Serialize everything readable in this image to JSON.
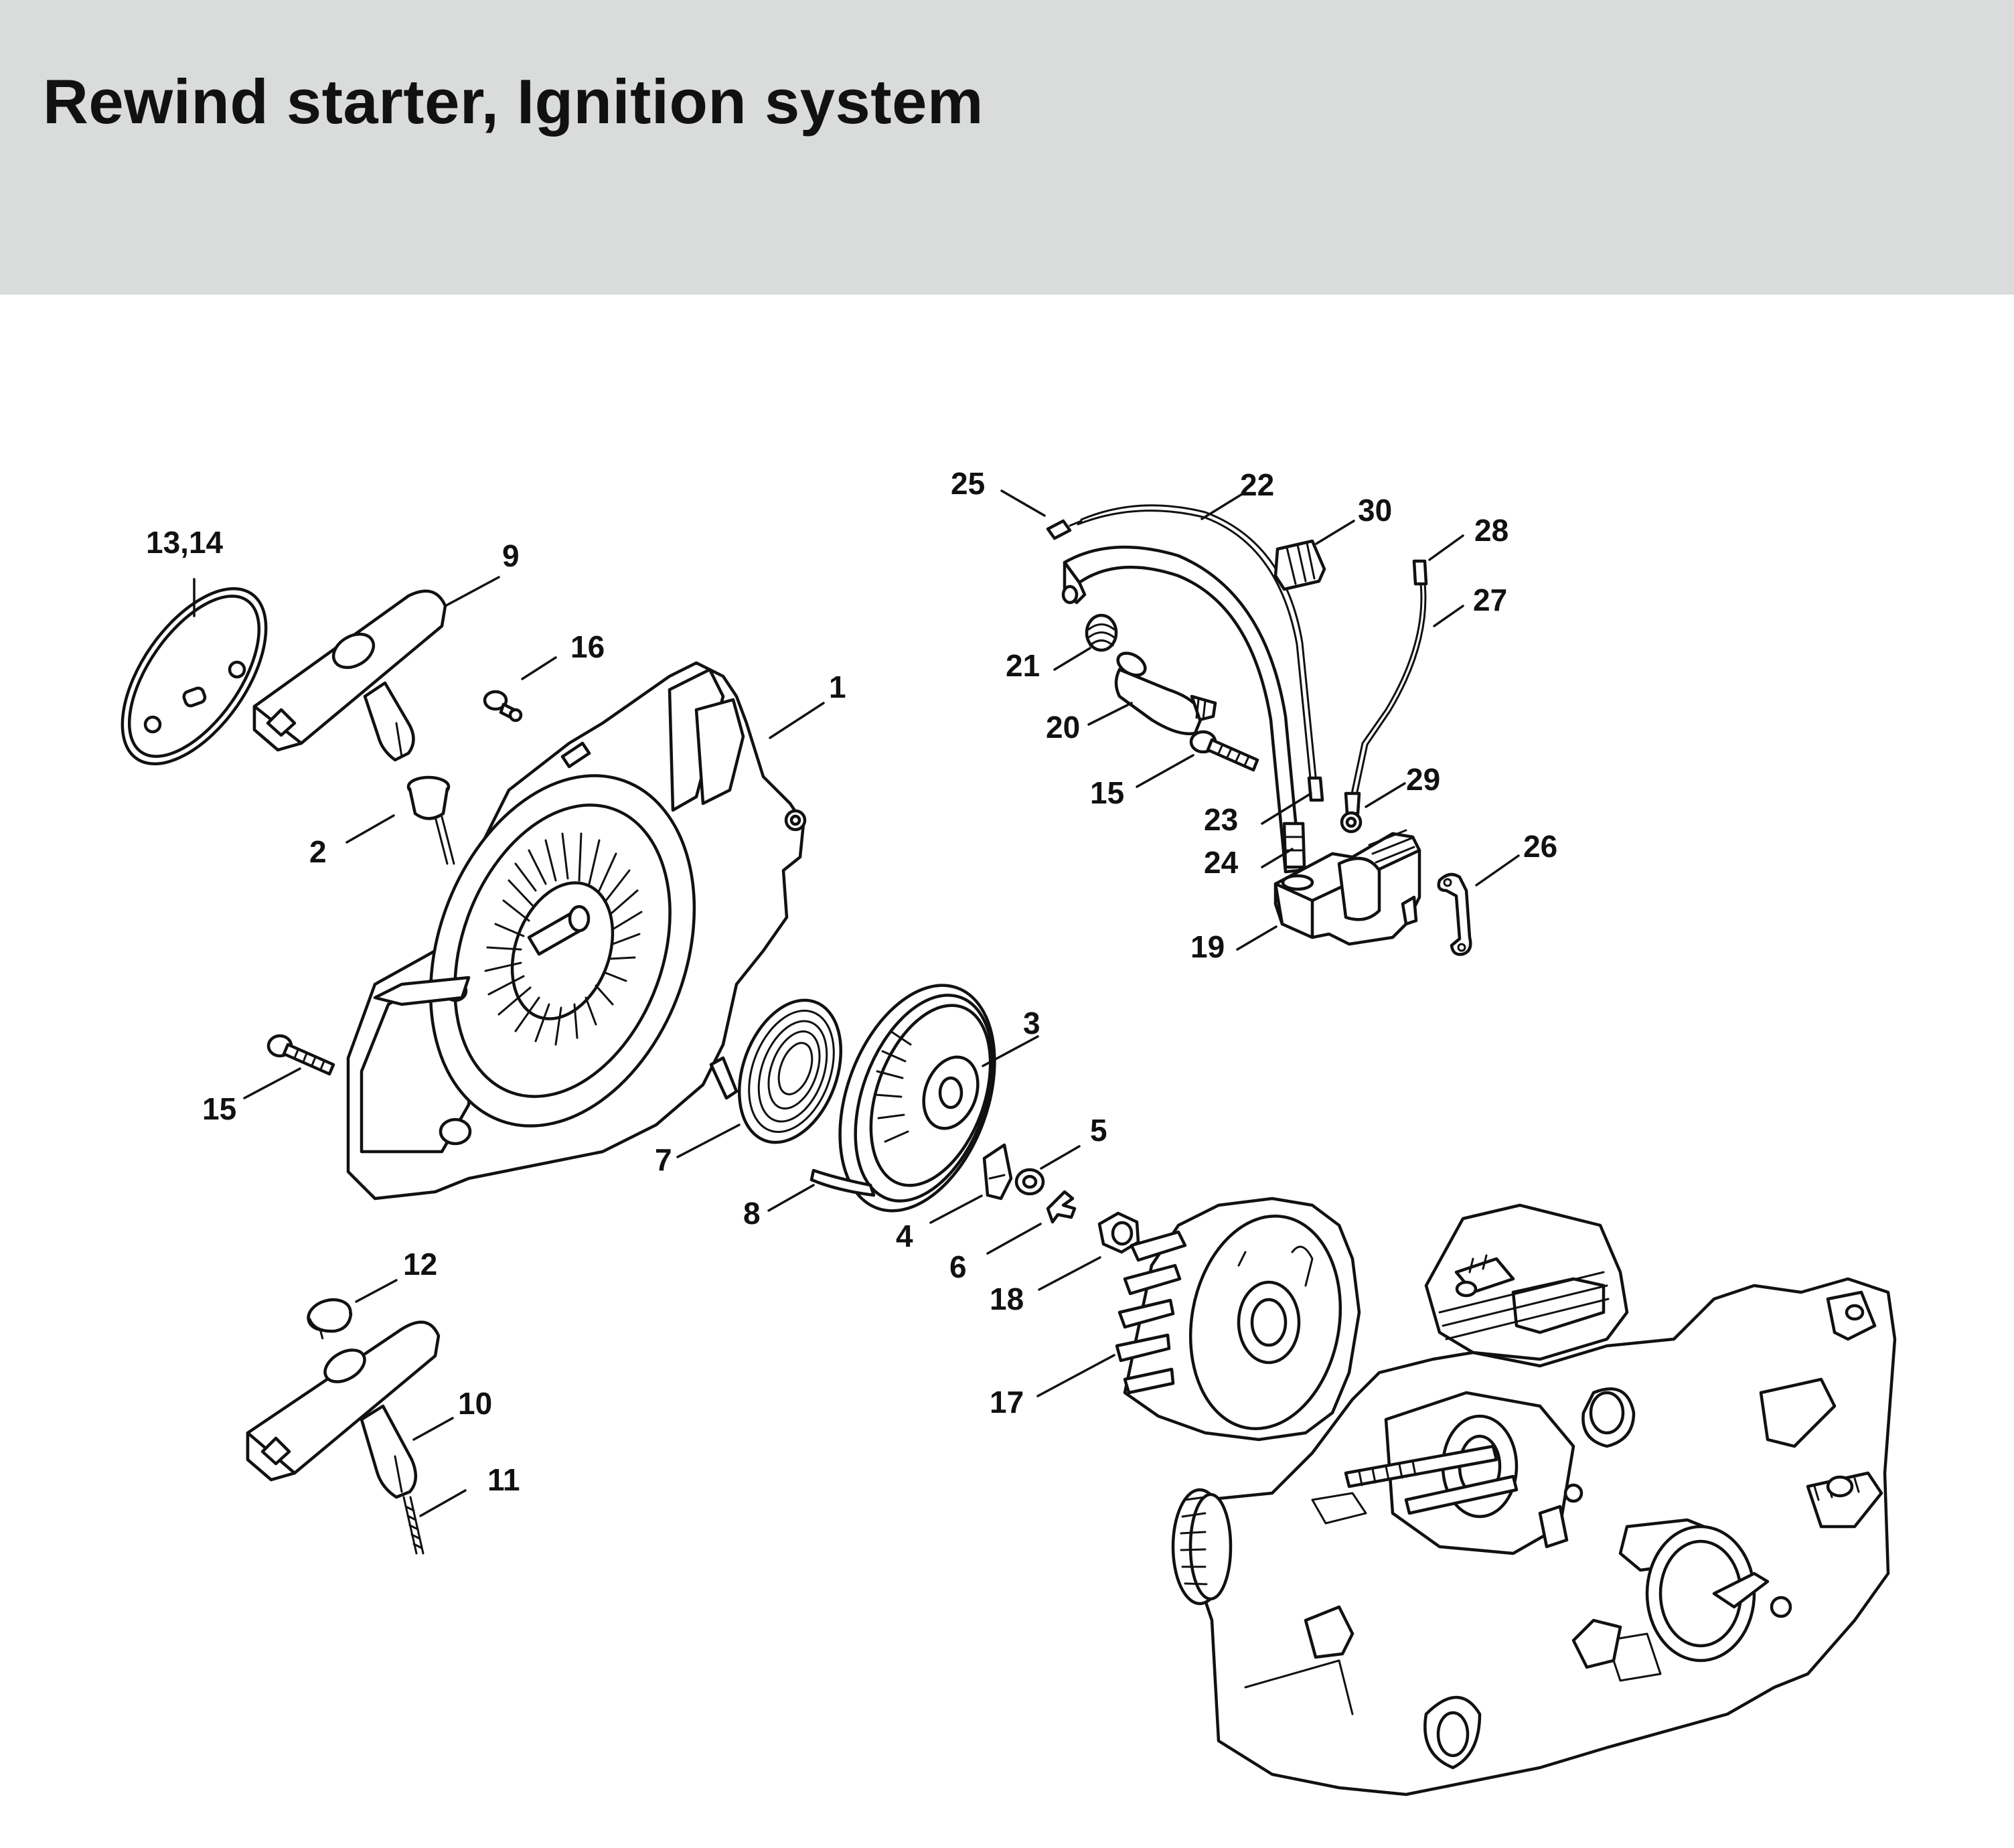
{
  "header": {
    "title": "Rewind starter, Ignition system"
  },
  "diagram": {
    "labels": {
      "p1": "1",
      "p2": "2",
      "p3": "3",
      "p4": "4",
      "p5": "5",
      "p6": "6",
      "p7": "7",
      "p8": "8",
      "p9": "9",
      "p10": "10",
      "p11": "11",
      "p12": "12",
      "p13_14": "13,14",
      "p15a": "15",
      "p15b": "15",
      "p16": "16",
      "p17": "17",
      "p18": "18",
      "p19": "19",
      "p20": "20",
      "p21": "21",
      "p22": "22",
      "p23": "23",
      "p24": "24",
      "p25": "25",
      "p26": "26",
      "p27": "27",
      "p28": "28",
      "p29": "29",
      "p30": "30"
    }
  },
  "colors": {
    "header_background": "#dadcdb",
    "line_art": "#111111",
    "page_background": "#ffffff"
  }
}
